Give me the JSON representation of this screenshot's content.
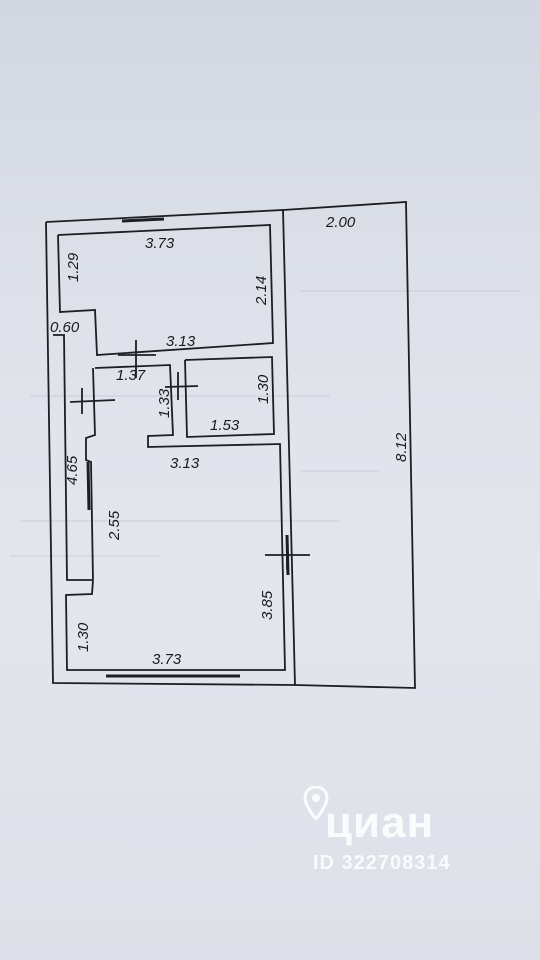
{
  "dimensions": {
    "top_room_width": "3.73",
    "top_room_left_height": "1.29",
    "top_room_right_height": "2.14",
    "top_room_bottom_width": "3.13",
    "outdoor_width": "2.00",
    "outdoor_height": "8.12",
    "wall_thickness_left": "0.60",
    "hall_width": "1.37",
    "hall_small_height": "1.33",
    "bath_height": "1.30",
    "bath_width": "1.53",
    "main_room_top_width": "3.13",
    "left_strip_height": "4.65",
    "main_room_left_height": "2.55",
    "main_room_right_height": "3.85",
    "bottom_left_height": "1.30",
    "bottom_width": "3.73"
  },
  "watermark": {
    "brand": "циан",
    "listing_id": "ID 322708314"
  },
  "colors": {
    "line": "#1e1e22",
    "paper": "#dfe2ea",
    "watermark": "#ffffff"
  }
}
